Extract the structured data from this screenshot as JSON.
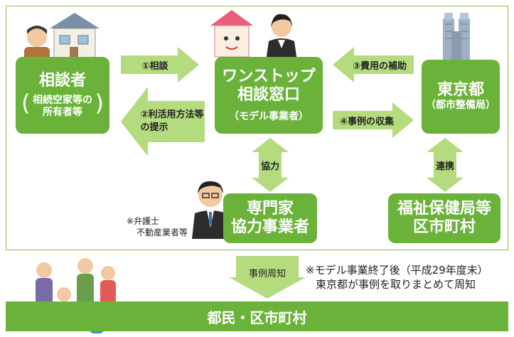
{
  "boxes": {
    "consultant": {
      "title": "相談者",
      "sub_line1": "相続空家等の",
      "sub_line2": "所有者等"
    },
    "one_stop": {
      "title_line1": "ワンストップ",
      "title_line2": "相談窓口",
      "sub": "（モデル事業者）"
    },
    "tokyo": {
      "title": "東京都",
      "sub": "（都市整備局）"
    },
    "expert": {
      "line1": "専門家",
      "line2": "協力事業者"
    },
    "welfare": {
      "line1": "福祉保健局等",
      "line2": "区市町村"
    }
  },
  "arrows": {
    "consult": "①相談",
    "proposal_line1": "②利活用方法等",
    "proposal_line2": "の提示",
    "subsidy": "③費用の補助",
    "collect": "④事例の収集",
    "cooperation": "協力",
    "collaboration": "連携",
    "publicize": "事例周知"
  },
  "expert_note": {
    "line1": "※弁護士",
    "line2": "不動産業者等"
  },
  "footnote": {
    "line1": "※モデル事業終了後（平成29年度末）",
    "line2": "東京都が事例を取りまとめて周知"
  },
  "bottom_bar": "都民・区市町村",
  "colors": {
    "box_green": "#6ab23a",
    "arrow_green": "#b5db7f",
    "frame_border": "#8fbc3a"
  }
}
